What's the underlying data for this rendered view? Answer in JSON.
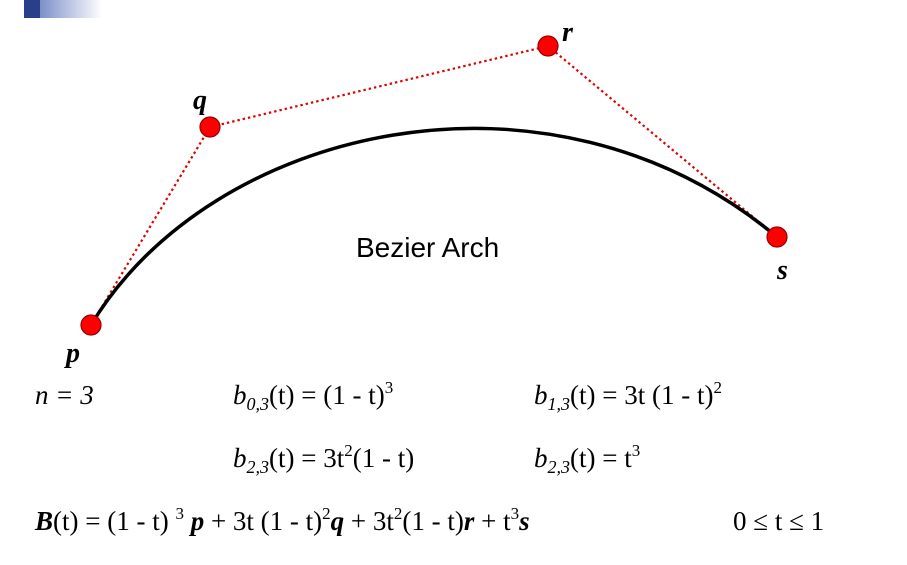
{
  "diagram": {
    "title": "Bezier Arch",
    "points": {
      "p": {
        "label": "p"
      },
      "q": {
        "label": "q"
      },
      "r": {
        "label": "r"
      },
      "s": {
        "label": "s"
      }
    },
    "colors": {
      "curve": "#000000",
      "control_polygon": "#e00000",
      "point_fill": "#ff0000",
      "point_stroke": "#990000",
      "corner_accent": "#2a3f8a"
    }
  },
  "equations": {
    "n_label": "n = 3",
    "b03": {
      "sym": "b",
      "sub": "0,3",
      "arg": "(t) = (1 - t)",
      "exp": "3"
    },
    "b13": {
      "sym": "b",
      "sub": "1,3",
      "arg": "(t) = 3t (1 - t)",
      "exp": "2"
    },
    "b23a": {
      "sym": "b",
      "sub": "2,3",
      "arg_pre": "(t) = 3t",
      "exp": "2",
      "arg_post": "(1 - t)"
    },
    "b23b": {
      "sym": "b",
      "sub": "2,3",
      "arg": "(t) = t",
      "exp": "3"
    },
    "bezier": {
      "B": "B",
      "t1": "(t) = (1 - t) ",
      "e1": "3",
      "p": " p",
      "t2": " + 3t (1 - t)",
      "e2": "2",
      "q": "q",
      "t3": " + 3t",
      "e3": "2",
      "t4": "(1 - t)",
      "r": "r",
      "t5": " + t",
      "e5": "3",
      "s": "s"
    },
    "range": "0 ≤ t ≤ 1"
  }
}
